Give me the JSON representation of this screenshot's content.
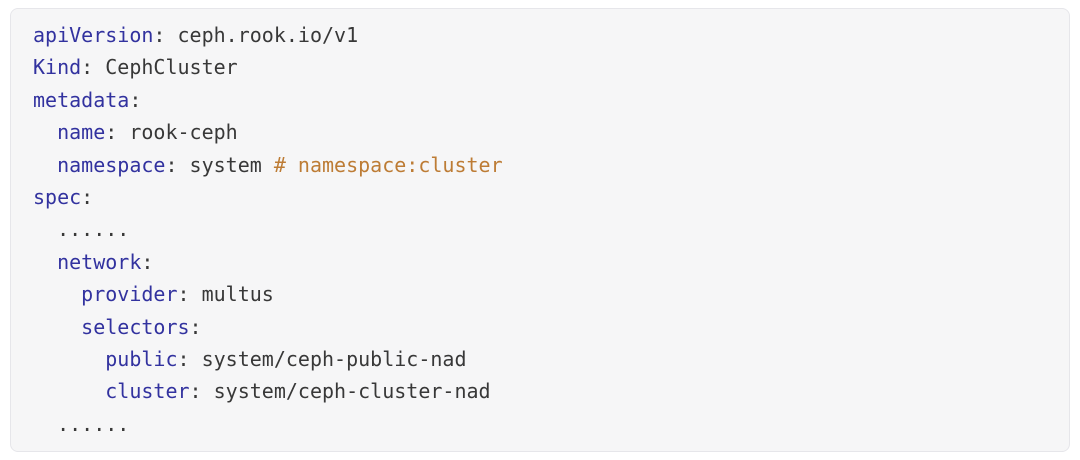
{
  "document": {
    "kind": "yaml-code-block",
    "language": "yaml",
    "description": "Rook CephCluster manifest snippet with multus network selectors"
  },
  "colors": {
    "page_background": "#ffffff",
    "box_background": "#f6f6f7",
    "box_border": "#e6e6ea",
    "key": "#32329f",
    "plain": "#383838",
    "comment": "#bd7c35"
  },
  "code": {
    "lines": [
      [
        {
          "t": "key",
          "s": "apiVersion"
        },
        {
          "t": "plain",
          "s": ": ceph.rook.io/v1"
        }
      ],
      [
        {
          "t": "key",
          "s": "Kind"
        },
        {
          "t": "plain",
          "s": ": CephCluster"
        }
      ],
      [
        {
          "t": "key",
          "s": "metadata"
        },
        {
          "t": "plain",
          "s": ":"
        }
      ],
      [
        {
          "t": "plain",
          "s": "  "
        },
        {
          "t": "key",
          "s": "name"
        },
        {
          "t": "plain",
          "s": ": rook-ceph"
        }
      ],
      [
        {
          "t": "plain",
          "s": "  "
        },
        {
          "t": "key",
          "s": "namespace"
        },
        {
          "t": "plain",
          "s": ": system "
        },
        {
          "t": "comment",
          "s": "# namespace:cluster"
        }
      ],
      [
        {
          "t": "key",
          "s": "spec"
        },
        {
          "t": "plain",
          "s": ":"
        }
      ],
      [
        {
          "t": "plain",
          "s": "  ......"
        }
      ],
      [
        {
          "t": "plain",
          "s": "  "
        },
        {
          "t": "key",
          "s": "network"
        },
        {
          "t": "plain",
          "s": ":"
        }
      ],
      [
        {
          "t": "plain",
          "s": "    "
        },
        {
          "t": "key",
          "s": "provider"
        },
        {
          "t": "plain",
          "s": ": multus"
        }
      ],
      [
        {
          "t": "plain",
          "s": "    "
        },
        {
          "t": "key",
          "s": "selectors"
        },
        {
          "t": "plain",
          "s": ":"
        }
      ],
      [
        {
          "t": "plain",
          "s": "      "
        },
        {
          "t": "key",
          "s": "public"
        },
        {
          "t": "plain",
          "s": ": system/ceph-public-nad"
        }
      ],
      [
        {
          "t": "plain",
          "s": "      "
        },
        {
          "t": "key",
          "s": "cluster"
        },
        {
          "t": "plain",
          "s": ": system/ceph-cluster-nad"
        }
      ],
      [
        {
          "t": "plain",
          "s": "  ......"
        }
      ]
    ]
  }
}
